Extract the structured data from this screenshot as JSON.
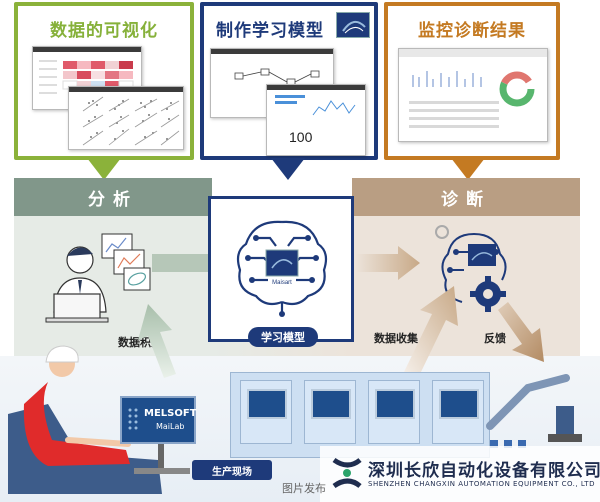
{
  "panels": {
    "visualization_title": "数据的可视化",
    "model_title": "制作学习模型",
    "diagnosis_title": "监控诊断结果",
    "model_screen_value": "100"
  },
  "sections": {
    "analysis": "分析",
    "diagnosis": "诊断"
  },
  "labels": {
    "data_accumulation": "数据积累",
    "learning_model": "学习模型",
    "data_collection": "数据收集",
    "feedback": "反馈",
    "production_site": "生产现场"
  },
  "logos": {
    "melsoft_line1": "MELSOFT",
    "melsoft_line2": "MaiLab",
    "maisart": "Maisart"
  },
  "company": {
    "name_cn": "深圳长欣自动化设备有限公司",
    "name_en": "SHENZHEN CHANGXIN AUTOMATION EQUIPMENT CO., LTD"
  },
  "watermark": "图片发布",
  "colors": {
    "green": "#8bb23a",
    "navy": "#1e3a7a",
    "orange": "#c47a22",
    "analysis_bg": "#81978a",
    "diagnosis_bg": "#b99e83"
  }
}
